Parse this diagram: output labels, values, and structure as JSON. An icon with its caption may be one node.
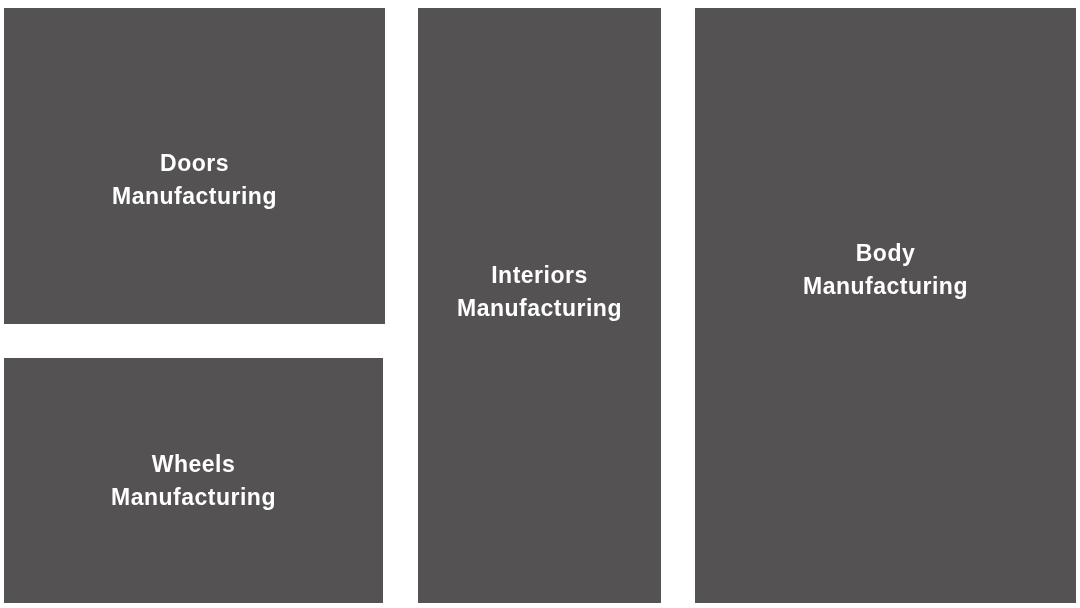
{
  "diagram": {
    "nodes": [
      {
        "text": [
          "Doors Manufacturing"
        ]
      },
      {
        "text": [
          "Wheels Manufacturing"
        ]
      },
      {
        "text": [
          "Interiors Manufacturing"
        ]
      },
      {
        "text": [
          "Body Manufacturing"
        ]
      }
    ]
  }
}
